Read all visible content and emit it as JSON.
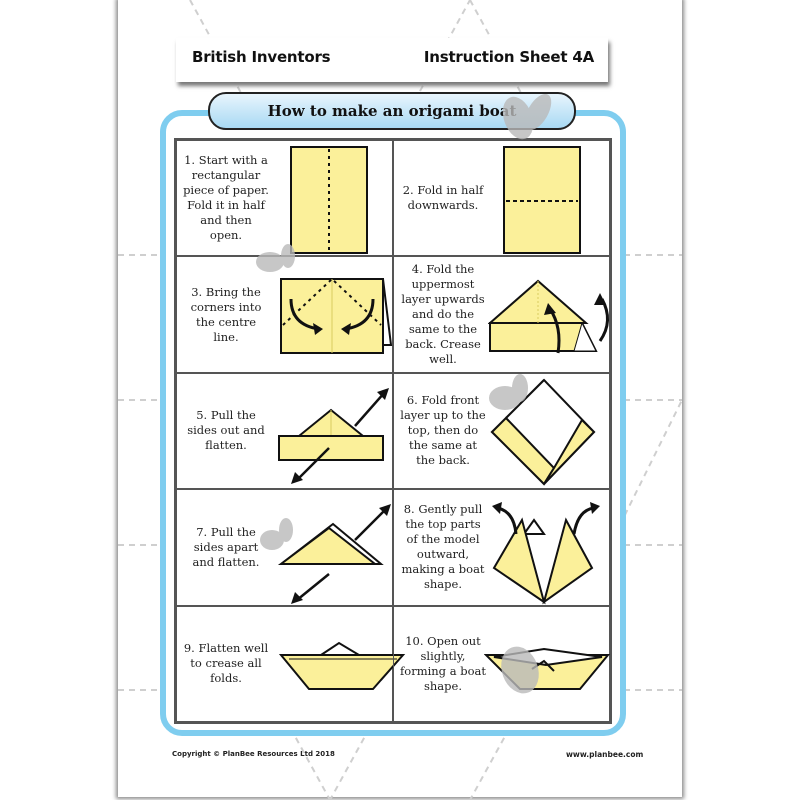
{
  "header": {
    "subject": "British Inventors",
    "sheet_label": "Instruction Sheet 4A"
  },
  "title": "How to make an origami boat",
  "steps": [
    {
      "number": 1,
      "text": "1. Start with a rectangular piece of paper. Fold it in half and then open."
    },
    {
      "number": 2,
      "text": "2. Fold in half downwards."
    },
    {
      "number": 3,
      "text": "3. Bring the corners into the centre line."
    },
    {
      "number": 4,
      "text": "4. Fold the uppermost layer upwards and do the same to the back. Crease well."
    },
    {
      "number": 5,
      "text": "5. Pull the sides out and flatten."
    },
    {
      "number": 6,
      "text": "6. Fold front layer up to the top, then do the same at the back."
    },
    {
      "number": 7,
      "text": "7. Pull the sides apart and flatten."
    },
    {
      "number": 8,
      "text": "8. Gently pull the top parts of the model outward, making a boat shape."
    },
    {
      "number": 9,
      "text": "9. Flatten well to crease all folds."
    },
    {
      "number": 10,
      "text": "10. Open out slightly, forming a boat shape."
    }
  ],
  "footer": {
    "copyright": "Copyright © PlanBee Resources Ltd 2018",
    "website": "www.planbee.com"
  },
  "colors": {
    "frame_blue": "#7fcdef",
    "paper_yellow": "#fbf09a",
    "watermark_gray": "#bdbdbd"
  }
}
